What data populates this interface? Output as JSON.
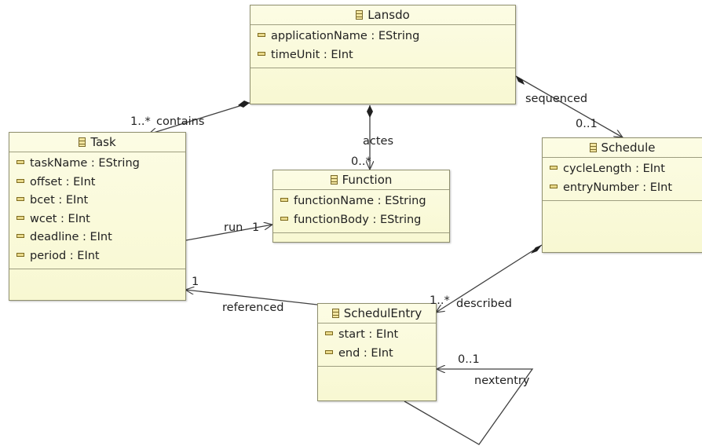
{
  "classes": {
    "lansdo": {
      "name": "Lansdo",
      "attributes": [
        "applicationName : EString",
        "timeUnit : EInt"
      ]
    },
    "task": {
      "name": "Task",
      "attributes": [
        "taskName : EString",
        "offset : EInt",
        "bcet : EInt",
        "wcet : EInt",
        "deadline : EInt",
        "period : EInt"
      ]
    },
    "function": {
      "name": "Function",
      "attributes": [
        "functionName : EString",
        "functionBody : EString"
      ]
    },
    "schedule": {
      "name": "Schedule",
      "attributes": [
        "cycleLength : EInt",
        "entryNumber : EInt"
      ]
    },
    "schedulentry": {
      "name": "SchedulEntry",
      "attributes": [
        "start : EInt",
        "end : EInt"
      ]
    }
  },
  "references": {
    "contains": {
      "name": "contains",
      "multiplicity": "1..*"
    },
    "actes": {
      "name": "actes",
      "multiplicity": "0..*"
    },
    "sequenced": {
      "name": "sequenced",
      "multiplicity": "0..1"
    },
    "run": {
      "name": "run",
      "multiplicity": "1"
    },
    "described": {
      "name": "described",
      "multiplicity": "1..*"
    },
    "referenced": {
      "name": "referenced",
      "multiplicity": "1"
    },
    "nextentry": {
      "name": "nextentry",
      "multiplicity": "0..1"
    }
  },
  "colors": {
    "box_fill": "#fbfbe0",
    "box_border": "#8f8f6e",
    "line": "#404040"
  }
}
